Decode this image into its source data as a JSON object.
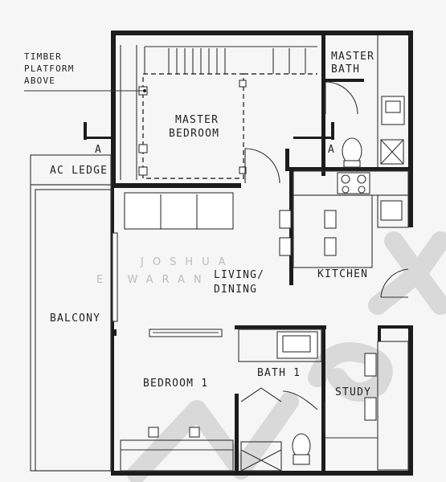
{
  "labels": {
    "timber_platform": [
      "TIMBER",
      "PLATFORM",
      "ABOVE"
    ],
    "master_bedroom": [
      "MASTER",
      "BEDROOM"
    ],
    "master_bath": [
      "MASTER",
      "BATH"
    ],
    "ac_ledge": "AC LEDGE",
    "living_dining": [
      "LIVING/",
      "DINING"
    ],
    "kitchen": "KITCHEN",
    "balcony": "BALCONY",
    "bedroom_1": "BEDROOM 1",
    "bath_1": "BATH 1",
    "study": "STUDY",
    "section_marker": "A"
  },
  "watermark": {
    "line1": "JOSHUA",
    "line2": "ESWARAN"
  },
  "colors": {
    "wall": "#1c1c1c",
    "paper": "#f6f6f6",
    "watermark": "#cfcfcf"
  }
}
